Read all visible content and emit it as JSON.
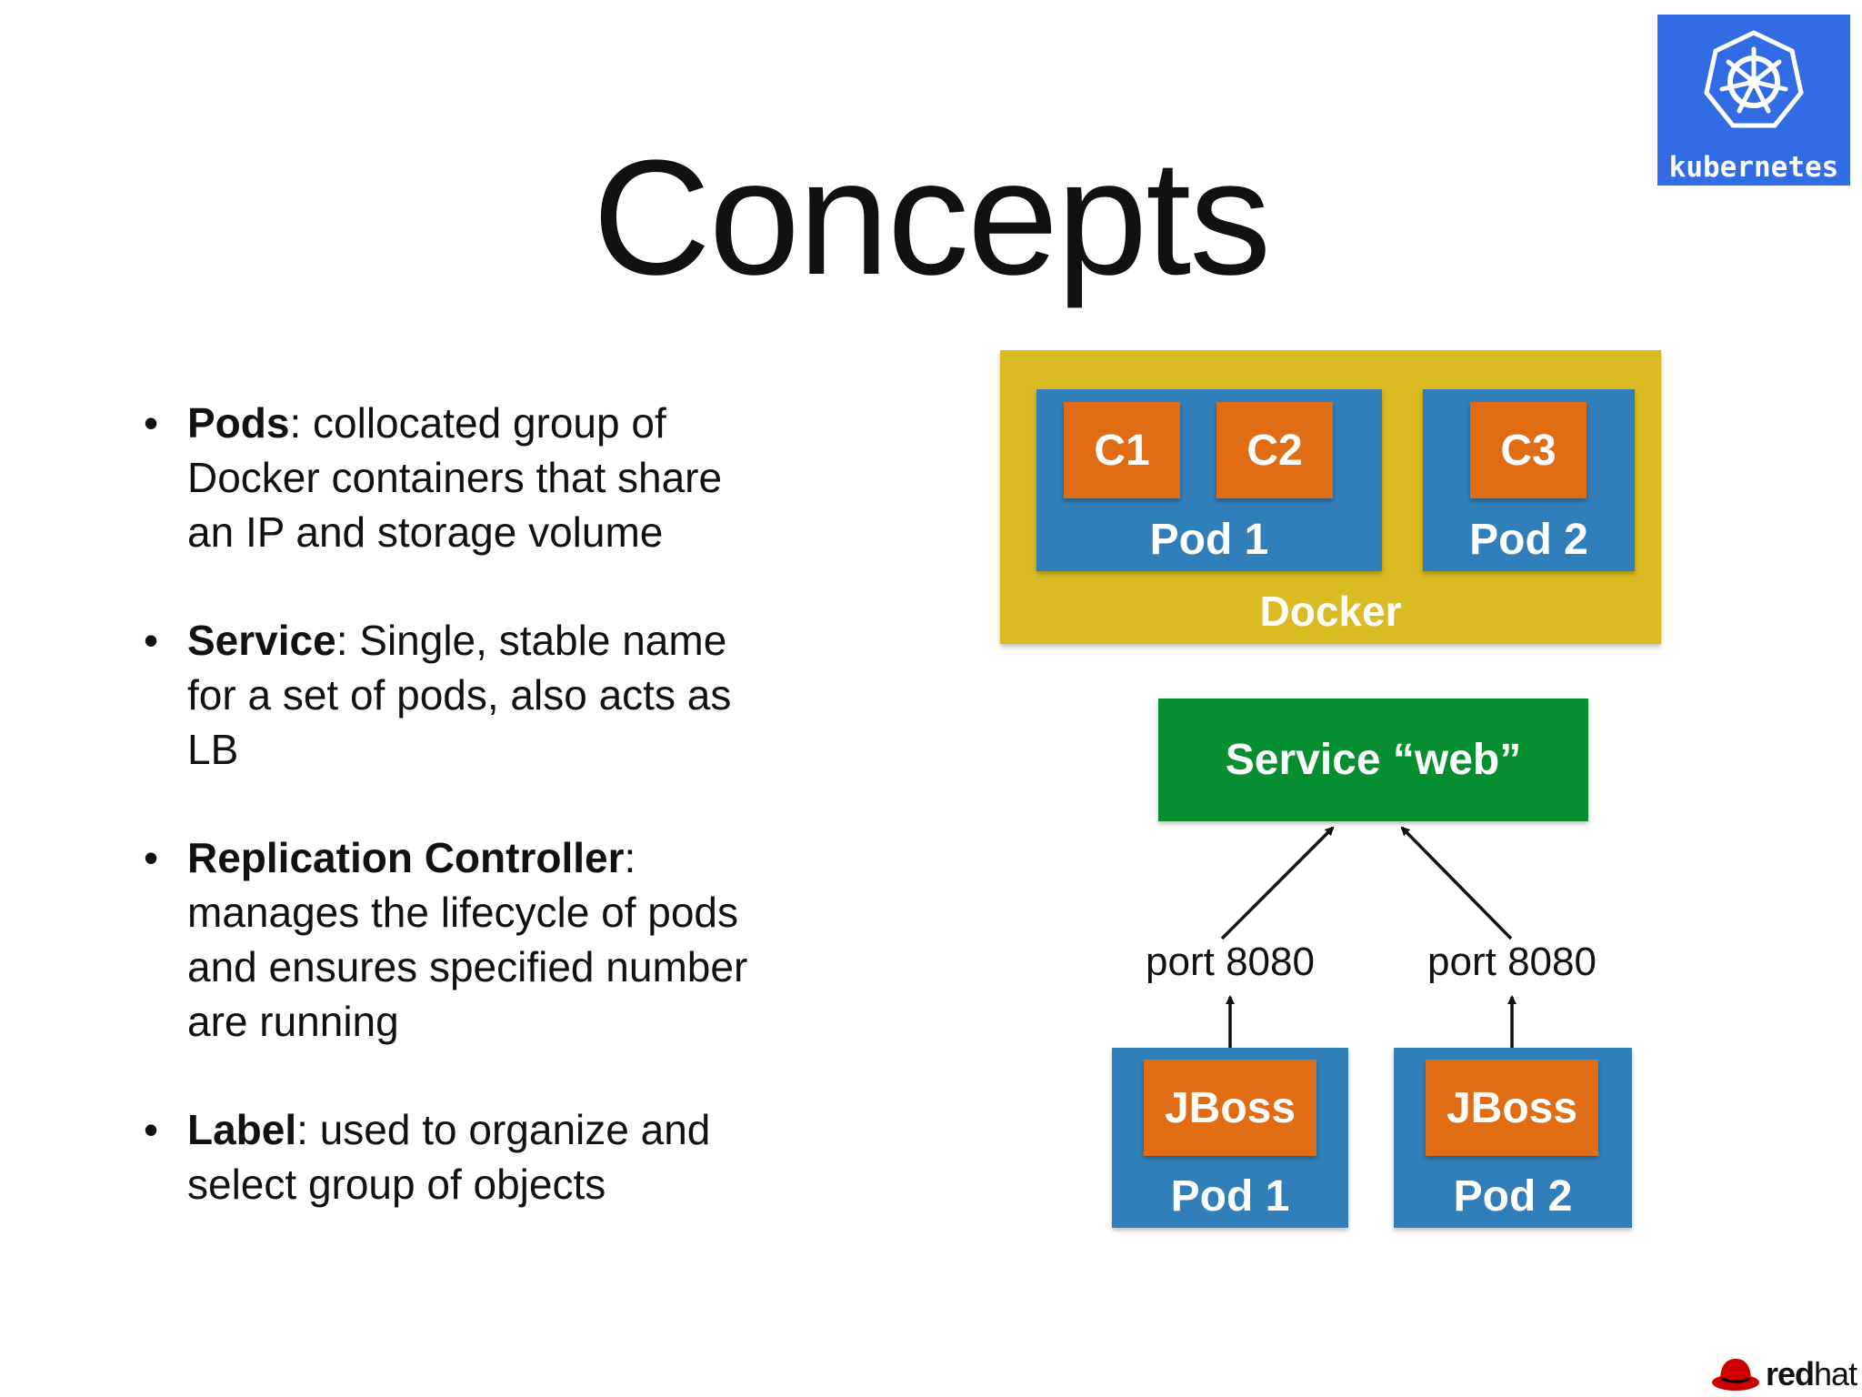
{
  "slide": {
    "title": "Concepts",
    "logos": {
      "kubernetes": "kubernetes",
      "redhat_bold": "red",
      "redhat_light": "hat"
    }
  },
  "bullets": [
    {
      "term": "Pods",
      "text": ": collocated group of Docker containers that share an IP and storage volume"
    },
    {
      "term": "Service",
      "text": ": Single, stable name for a set of pods, also acts as LB"
    },
    {
      "term": "Replication Controller",
      "text": ": manages the lifecycle of pods and ensures specified number are running"
    },
    {
      "term": "Label",
      "text": ": used to organize and select group of objects"
    }
  ],
  "diagram": {
    "top": {
      "host": "Docker",
      "pods": [
        {
          "label": "Pod 1",
          "containers": [
            "C1",
            "C2"
          ]
        },
        {
          "label": "Pod 2",
          "containers": [
            "C3"
          ]
        }
      ]
    },
    "service": "Service “web”",
    "ports": [
      "port 8080",
      "port 8080"
    ],
    "bottom_pods": [
      {
        "label": "Pod 1",
        "container": "JBoss"
      },
      {
        "label": "Pod 2",
        "container": "JBoss"
      }
    ]
  },
  "colors": {
    "docker": "#dbbb22",
    "pod": "#317fba",
    "container": "#e06c14",
    "service": "#068e30",
    "kubernetes": "#326ce5",
    "redhat": "#cc0000"
  }
}
